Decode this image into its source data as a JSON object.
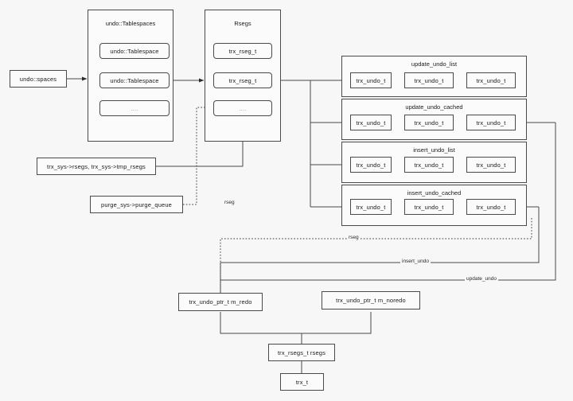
{
  "diagram": {
    "title": "InnoDB undo / rseg structure diagram",
    "background": "#f7f7f7",
    "stroke": "#4a4a4a",
    "node_fill": "#fbfbfb",
    "text_color": "#1a1a1a"
  },
  "nodes": {
    "undo_spaces": "undo::spaces",
    "tablespaces_container": "undo::Tablespaces",
    "tablespace_1": "undo::Tablespace",
    "tablespace_2": "undo::Tablespace",
    "tablespace_ellipsis": "....",
    "rsegs_container": "Rsegs",
    "rseg_1": "trx_rseg_t",
    "rseg_2": "trx_rseg_t",
    "rseg_ellipsis": "....",
    "trx_sys_rsegs": "trx_sys->rsegs, trx_sys->tmp_rsegs",
    "purge_queue": "purge_sys->purge_queue",
    "m_redo": "trx_undo_ptr_t m_redo",
    "m_noredo": "trx_undo_ptr_t m_noredo",
    "trx_rsegs": "trx_rsegs_t rsegs",
    "trx_t": "trx_t"
  },
  "undo_groups": [
    {
      "title": "update_undo_list",
      "items": [
        "trx_undo_t",
        "trx_undo_t",
        "trx_undo_t"
      ]
    },
    {
      "title": "update_undo_cached",
      "items": [
        "trx_undo_t",
        "trx_undo_t",
        "trx_undo_t"
      ]
    },
    {
      "title": "insert_undo_list",
      "items": [
        "trx_undo_t",
        "trx_undo_t",
        "trx_undo_t"
      ]
    },
    {
      "title": "insert_undo_cached",
      "items": [
        "trx_undo_t",
        "trx_undo_t",
        "trx_undo_t"
      ]
    }
  ],
  "edge_labels": {
    "rseg_mid": "rseg",
    "rseg_bottom": "rseg",
    "insert_undo": "insert_undo",
    "update_undo": "update_undo"
  }
}
